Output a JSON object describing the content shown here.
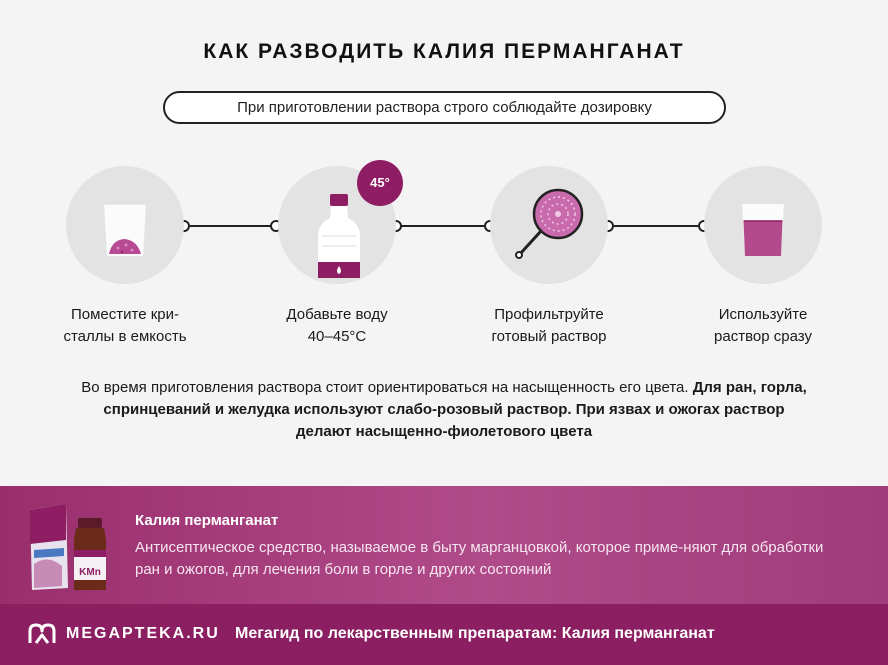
{
  "title": "КАК РАЗВОДИТЬ КАЛИЯ ПЕРМАНГАНАТ",
  "notice": "При приготовлении раствора строго соблюдайте дозировку",
  "badge": "45°",
  "steps": [
    {
      "line1": "Поместите кри-",
      "line2": "сталлы в емкость",
      "icon": "glass-crystals-icon"
    },
    {
      "line1": "Добавьте воду",
      "line2": "40–45°C",
      "icon": "water-bottle-icon"
    },
    {
      "line1": "Профильтруйте",
      "line2": "готовый раствор",
      "icon": "strainer-icon"
    },
    {
      "line1": "Используйте",
      "line2": "раствор сразу",
      "icon": "glass-solution-icon"
    }
  ],
  "description": {
    "plain": "Во время приготовления раствора стоит ориентироваться на насыщенность его цвета. ",
    "bold": "Для ран, горла, спринцеваний и желудка используют слабо-розовый раствор. При язвах и ожогах раствор делают насыщенно-фиолетового цвета"
  },
  "drug": {
    "name": "Калия перманганат",
    "description": "Антисептическое средство, называемое в быту марганцовкой, которое приме-няют для обработки ран и ожогов, для лечения боли в горле и других состояний",
    "bottle_label": "KMn"
  },
  "footer": {
    "logo": "MEGAPTEKA.RU",
    "text": "Мегагид по лекарственным препаратам: Калия перманганат"
  },
  "colors": {
    "accent": "#8f1d63",
    "band": "#a83f80",
    "footer": "#8c1f61",
    "circle": "#e3e3e3"
  }
}
